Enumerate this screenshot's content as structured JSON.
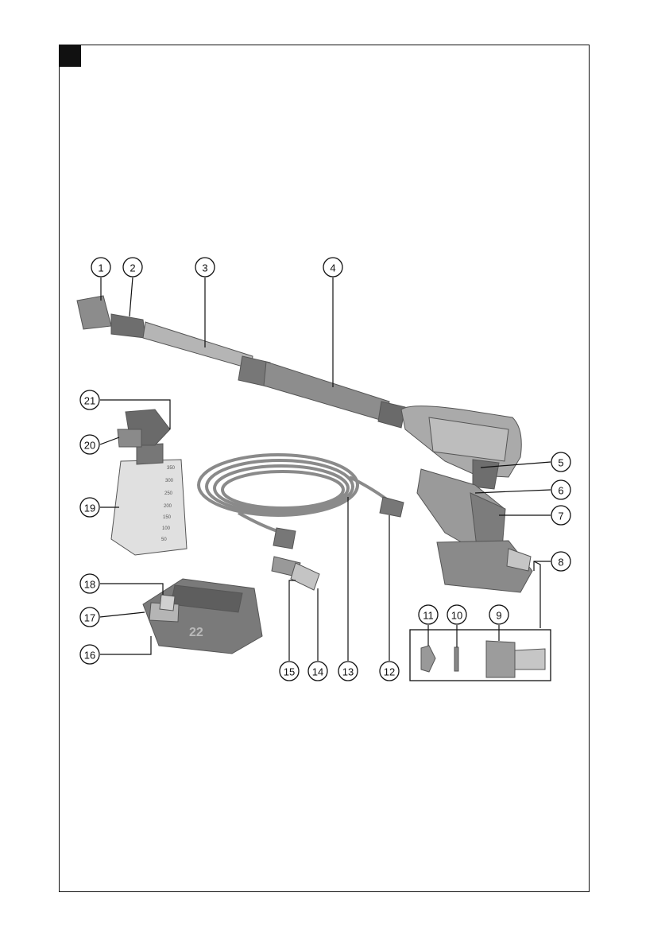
{
  "page": {
    "corner_marker": "",
    "figure_label": "pressure-washer-parts-figure"
  },
  "callouts": [
    {
      "id": "c1",
      "label": "1"
    },
    {
      "id": "c2",
      "label": "2"
    },
    {
      "id": "c3",
      "label": "3"
    },
    {
      "id": "c4",
      "label": "4"
    },
    {
      "id": "c5",
      "label": "5"
    },
    {
      "id": "c6",
      "label": "6"
    },
    {
      "id": "c7",
      "label": "7"
    },
    {
      "id": "c8",
      "label": "8"
    },
    {
      "id": "c9",
      "label": "9"
    },
    {
      "id": "c10",
      "label": "10"
    },
    {
      "id": "c11",
      "label": "11"
    },
    {
      "id": "c12",
      "label": "12"
    },
    {
      "id": "c13",
      "label": "13"
    },
    {
      "id": "c14",
      "label": "14"
    },
    {
      "id": "c15",
      "label": "15"
    },
    {
      "id": "c16",
      "label": "16"
    },
    {
      "id": "c17",
      "label": "17"
    },
    {
      "id": "c18",
      "label": "18"
    },
    {
      "id": "c19",
      "label": "19"
    },
    {
      "id": "c20",
      "label": "20"
    },
    {
      "id": "c21",
      "label": "21"
    }
  ],
  "bottle_scale": [
    "350",
    "300",
    "250",
    "200",
    "150",
    "100",
    "50"
  ],
  "battery_marking": "22",
  "colors": {
    "line": "#111111",
    "part_fill": "#9a9a9a",
    "part_dark": "#6e6e6e",
    "part_light": "#c8c8c8"
  }
}
